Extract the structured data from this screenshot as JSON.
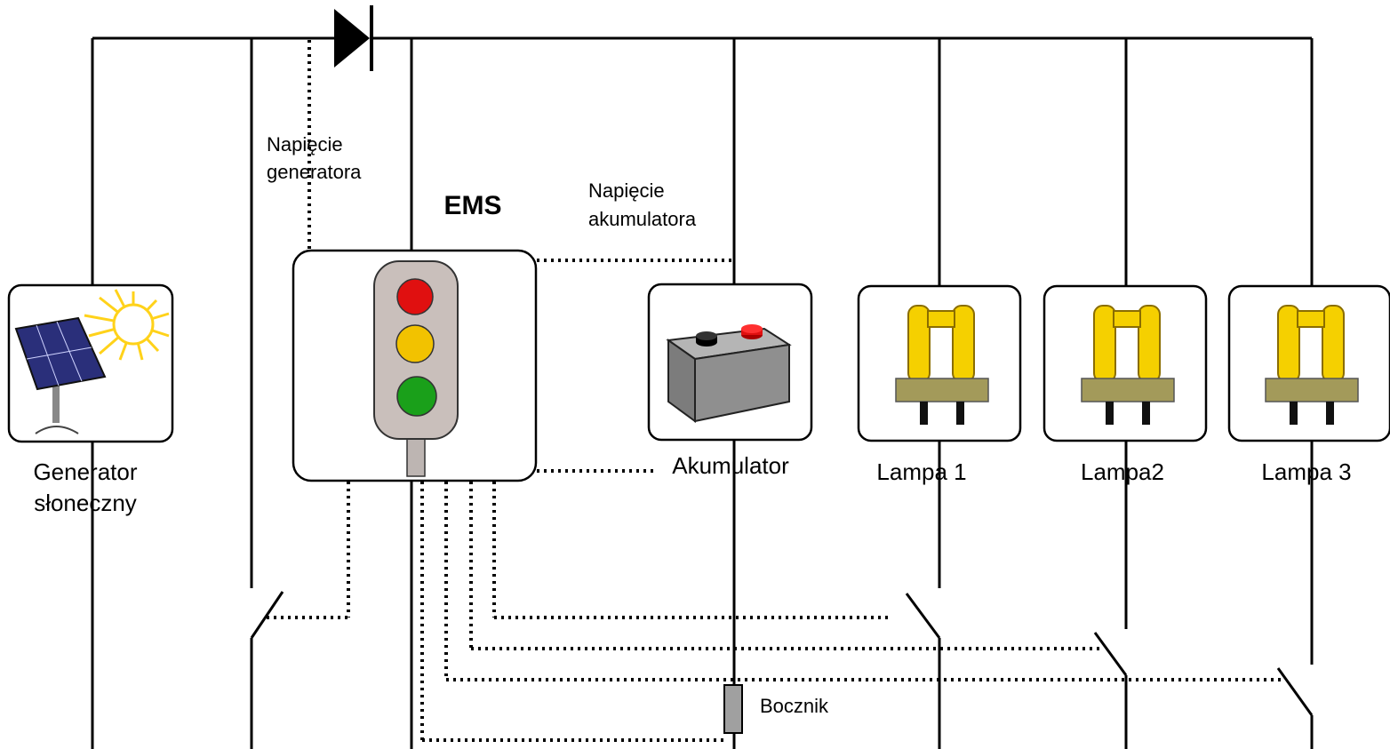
{
  "labels": {
    "generator_line1": "Generator",
    "generator_line2": "słoneczny",
    "gen_voltage_line1": "Napięcie",
    "gen_voltage_line2": "generatora",
    "ems": "EMS",
    "battery_voltage_line1": "Napięcie",
    "battery_voltage_line2": "akumulatora",
    "battery": "Akumulator",
    "lamp1": "Lampa 1",
    "lamp2": "Lampa2",
    "lamp3": "Lampa 3",
    "shunt": "Bocznik"
  },
  "colors": {
    "red_light": "#e01010",
    "yellow_light": "#f2c200",
    "green_light": "#1aa01a",
    "traffic_body": "#c9bfbb",
    "panel_blue": "#2a2f7a",
    "sun_yellow": "#ffd21a",
    "battery_body": "#8a8a8a",
    "lamp_yellow": "#f5d000",
    "lamp_base": "#a39a5a",
    "shunt_grey": "#a0a0a0"
  },
  "icons": {
    "generator": "solar-panel-sun-icon",
    "ems": "traffic-light-icon",
    "battery": "battery-icon",
    "lamp": "fluorescent-lamp-icon",
    "diode": "diode-symbol",
    "shunt": "resistor-symbol"
  }
}
